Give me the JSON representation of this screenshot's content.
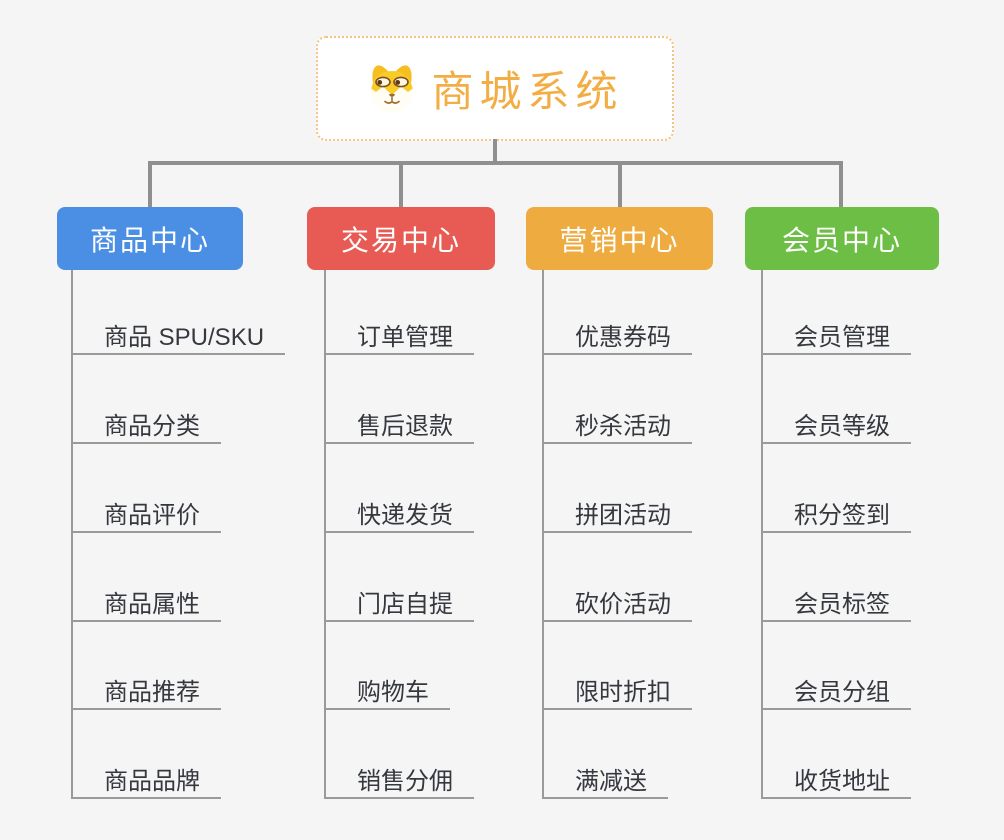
{
  "page": {
    "background": "#F5F5F6",
    "connector_color": "#8F8F8F",
    "leaf_line_color": "#9A9A9A",
    "leaf_text_color": "#35383D"
  },
  "root": {
    "title": "商城系统",
    "icon": "dog-face-icon",
    "text_color": "#F2AE44",
    "border_color": "#F5C382"
  },
  "columns": [
    {
      "header": {
        "label": "商品中心",
        "color": "#4A8FE4"
      },
      "items": [
        "商品 SPU/SKU",
        "商品分类",
        "商品评价",
        "商品属性",
        "商品推荐",
        "商品品牌"
      ]
    },
    {
      "header": {
        "label": "交易中心",
        "color": "#E75B54"
      },
      "items": [
        "订单管理",
        "售后退款",
        "快递发货",
        "门店自提",
        "购物车",
        "销售分佣"
      ]
    },
    {
      "header": {
        "label": "营销中心",
        "color": "#EEAC40"
      },
      "items": [
        "优惠券码",
        "秒杀活动",
        "拼团活动",
        "砍价活动",
        "限时折扣",
        "满减送"
      ]
    },
    {
      "header": {
        "label": "会员中心",
        "color": "#6CBE45"
      },
      "items": [
        "会员管理",
        "会员等级",
        "积分签到",
        "会员标签",
        "会员分组",
        "收货地址"
      ]
    }
  ]
}
